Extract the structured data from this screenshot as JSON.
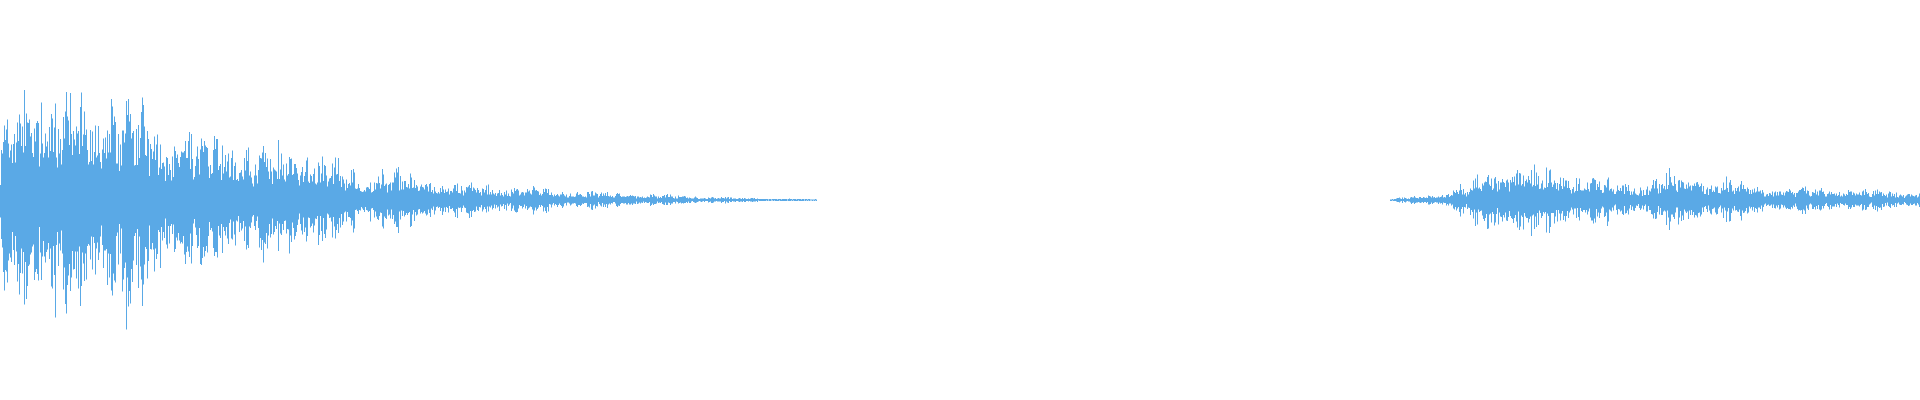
{
  "waveform": {
    "color": "#5aa9e6",
    "background": "#ffffff",
    "segments": [
      {
        "id": "clip-1",
        "start": 0.0,
        "end": 0.425,
        "envelope": [
          [
            0.0,
            0.46
          ],
          [
            0.008,
            0.7
          ],
          [
            0.013,
            0.82
          ],
          [
            0.02,
            0.72
          ],
          [
            0.035,
            0.66
          ],
          [
            0.058,
            0.7
          ],
          [
            0.075,
            0.56
          ],
          [
            0.088,
            0.42
          ],
          [
            0.105,
            0.36
          ],
          [
            0.118,
            0.44
          ],
          [
            0.135,
            0.3
          ],
          [
            0.155,
            0.36
          ],
          [
            0.17,
            0.26
          ],
          [
            0.19,
            0.18
          ],
          [
            0.215,
            0.16
          ],
          [
            0.24,
            0.1
          ],
          [
            0.27,
            0.08
          ],
          [
            0.3,
            0.06
          ],
          [
            0.33,
            0.04
          ],
          [
            0.36,
            0.025
          ],
          [
            0.395,
            0.012
          ],
          [
            0.425,
            0.004
          ]
        ]
      },
      {
        "id": "clip-2",
        "start": 0.724,
        "end": 1.0,
        "envelope": [
          [
            0.724,
            0.006
          ],
          [
            0.735,
            0.025
          ],
          [
            0.75,
            0.04
          ],
          [
            0.762,
            0.1
          ],
          [
            0.778,
            0.2
          ],
          [
            0.79,
            0.22
          ],
          [
            0.81,
            0.18
          ],
          [
            0.825,
            0.16
          ],
          [
            0.84,
            0.12
          ],
          [
            0.855,
            0.1
          ],
          [
            0.87,
            0.17
          ],
          [
            0.885,
            0.14
          ],
          [
            0.905,
            0.12
          ],
          [
            0.925,
            0.08
          ],
          [
            0.95,
            0.07
          ],
          [
            0.975,
            0.06
          ],
          [
            1.0,
            0.05
          ]
        ]
      }
    ]
  }
}
